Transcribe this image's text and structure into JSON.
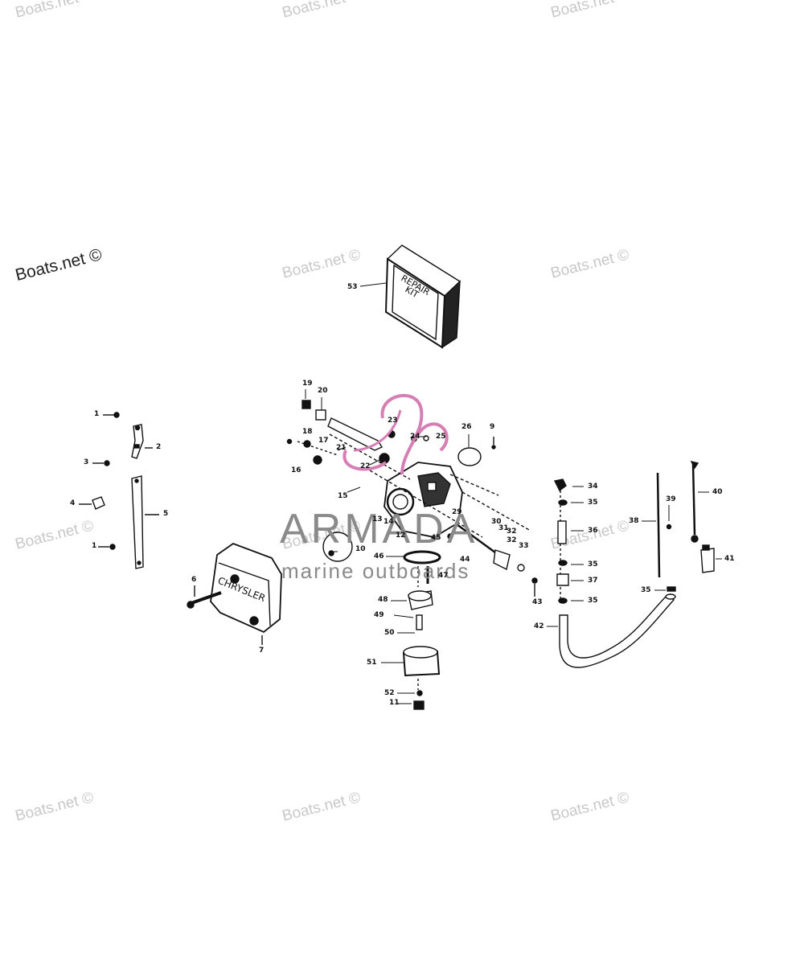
{
  "watermark": {
    "text": "Boats.net ©"
  },
  "logo": {
    "title": "ARMADA",
    "subtitle": "marine outboards",
    "accent": "#d67fb4",
    "gray": "#8a8a8a"
  },
  "parts_text": {
    "repair_kit_line1": "REPAIR",
    "repair_kit_line2": "KIT",
    "brand_plate": "CHRYSLER"
  },
  "callouts": [
    "1",
    "2",
    "3",
    "4",
    "5",
    "6",
    "7",
    "9",
    "10",
    "11",
    "12",
    "13",
    "14",
    "15",
    "16",
    "17",
    "18",
    "19",
    "20",
    "21",
    "22",
    "23",
    "24",
    "25",
    "26",
    "29",
    "30",
    "31",
    "32",
    "33",
    "34",
    "35",
    "36",
    "37",
    "38",
    "39",
    "40",
    "41",
    "42",
    "43",
    "44",
    "45",
    "46",
    "47",
    "48",
    "49",
    "50",
    "51",
    "52",
    "53"
  ]
}
